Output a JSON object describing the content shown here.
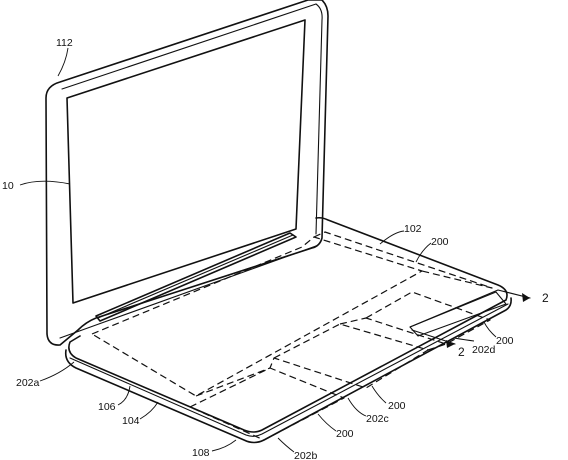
{
  "labels": {
    "l112": "112",
    "l10": "10",
    "l102": "102",
    "l200_top": "200",
    "l2_right": "2",
    "l200_right": "200",
    "l202d": "202d",
    "l2_lower": "2",
    "l202a": "202a",
    "l106": "106",
    "l104": "104",
    "l200_mid": "200",
    "l202c": "202c",
    "l200_bottom": "200",
    "l108": "108",
    "l202b": "202b"
  }
}
